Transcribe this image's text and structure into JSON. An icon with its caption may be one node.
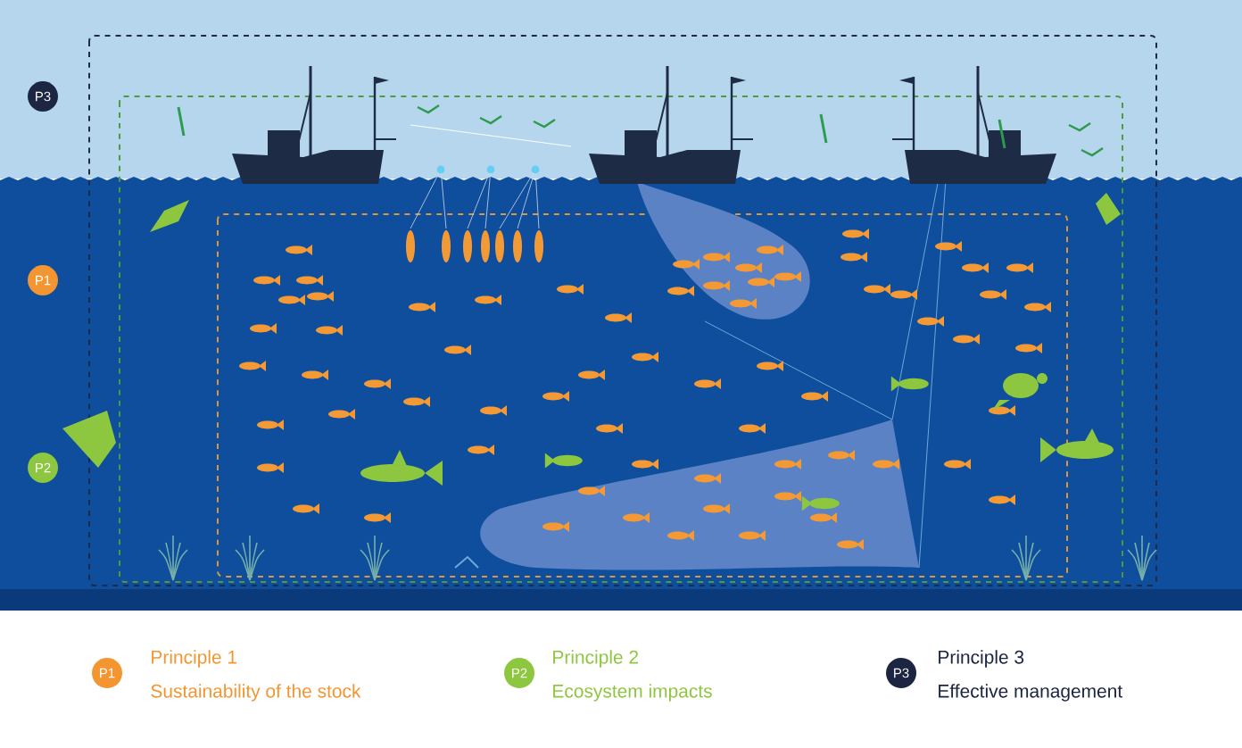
{
  "diagram": {
    "labels": [
      "P3",
      "P1",
      "P2",
      "P1",
      "Principle 1",
      "Sustainability of the stock",
      "P2",
      "Principle 2",
      "Ecosystem impacts",
      "P3",
      "Principle 3",
      "Effective management"
    ]
  }
}
